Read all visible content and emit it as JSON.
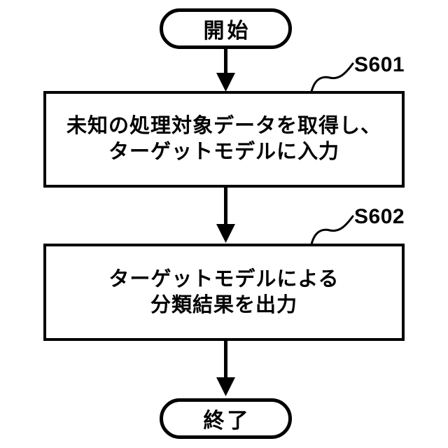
{
  "flowchart": {
    "start": {
      "label": "開始"
    },
    "steps": [
      {
        "id": "S601",
        "lines": [
          "未知の処理対象データを取得し、",
          "ターゲットモデルに入力"
        ]
      },
      {
        "id": "S602",
        "lines": [
          "ターゲットモデルによる",
          "分類結果を出力"
        ]
      }
    ],
    "end": {
      "label": "終了"
    }
  },
  "colors": {
    "stroke": "#000000",
    "text": "#000000",
    "background": "#ffffff"
  }
}
